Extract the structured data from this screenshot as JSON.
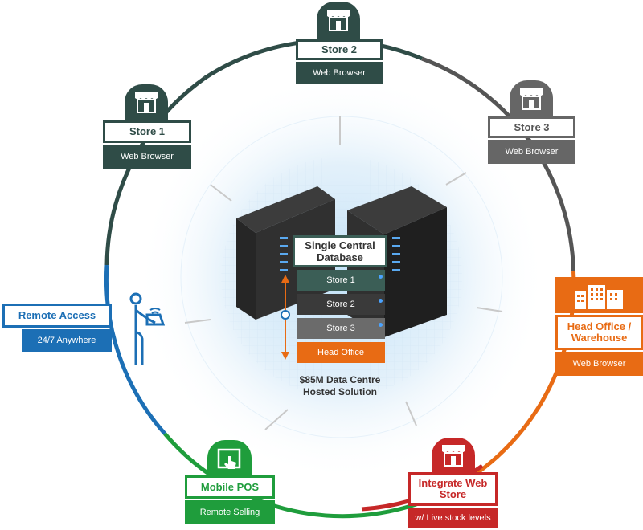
{
  "colors": {
    "dark_green": "#2f4c47",
    "green": "#1f9d3c",
    "grey": "#6b6b6b",
    "orange": "#e86b14",
    "red": "#c62828",
    "blue": "#1c6fb5",
    "dark": "#333333"
  },
  "icons": [
    "storefront-icon",
    "buildings-icon",
    "person-laptop-icon",
    "touch-pos-icon",
    "server-rack-icon"
  ],
  "nodes": {
    "store2": {
      "title": "Store 2",
      "sub": "Web Browser"
    },
    "store1": {
      "title": "Store 1",
      "sub": "Web Browser"
    },
    "store3": {
      "title": "Store 3",
      "sub": "Web Browser"
    },
    "head_office": {
      "title": "Head Office / Warehouse",
      "sub": "Web Browser"
    },
    "remote": {
      "title": "Remote Access",
      "sub": "24/7 Anywhere"
    },
    "mobile_pos": {
      "title": "Mobile POS",
      "sub": "Remote Selling"
    },
    "web_store": {
      "title": "Integrate Web Store",
      "sub": "w/ Live stock levels"
    }
  },
  "center": {
    "db_label": "Single Central Database",
    "bars": [
      "Store 1",
      "Store 2",
      "Store 3",
      "Head Office"
    ],
    "caption_line1": "$85M Data Centre",
    "caption_line2": "Hosted Solution"
  }
}
